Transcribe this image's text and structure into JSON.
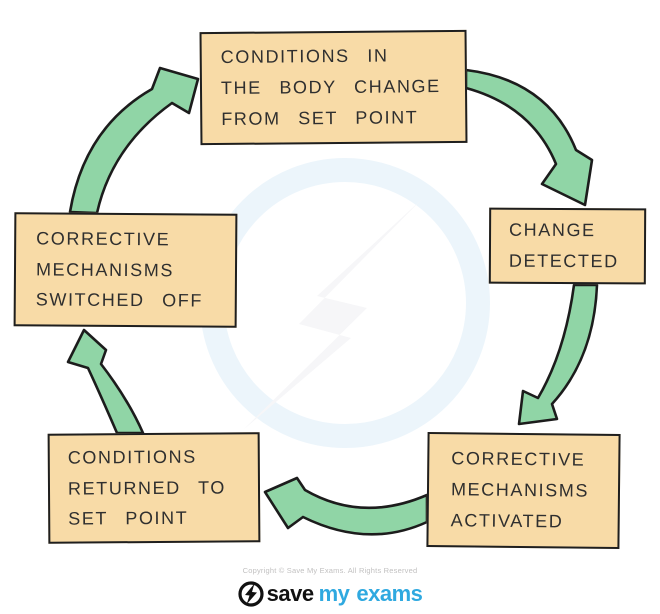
{
  "boxes": {
    "top": {
      "text": "CONDITIONS IN\nTHE BODY CHANGE\nFROM SET POINT"
    },
    "right": {
      "text": "CHANGE\nDETECTED"
    },
    "bottom_right": {
      "text": "CORRECTIVE\nMECHANISMS\nACTIVATED"
    },
    "bottom_left": {
      "text": "CONDITIONS\nRETURNED TO\nSET POINT"
    },
    "left": {
      "text": "CORRECTIVE\nMECHANISMS\nSWITCHED OFF"
    }
  },
  "arrows": [
    {
      "name": "arrow-top-to-right",
      "from": "top",
      "to": "right"
    },
    {
      "name": "arrow-right-to-bottom-right",
      "from": "right",
      "to": "bottom_right"
    },
    {
      "name": "arrow-bottom-right-to-bottom-left",
      "from": "bottom_right",
      "to": "bottom_left"
    },
    {
      "name": "arrow-bottom-left-to-left",
      "from": "bottom_left",
      "to": "left"
    },
    {
      "name": "arrow-left-to-top",
      "from": "left",
      "to": "top"
    }
  ],
  "colors": {
    "box_fill": "#F8DBA7",
    "box_border": "#1F1F1F",
    "box_text": "#2F2F2F",
    "arrow_fill": "#90D5A6",
    "arrow_outline": "#1C1C1C",
    "watermark_blue": "#ECF5FB",
    "watermark_gray": "#F6F6F8",
    "brand_blue": "#2FA9E0",
    "brand_black": "#111111",
    "copyright_gray": "#C2C1C1"
  },
  "footer": {
    "copyright": "Copyright © Save My Exams. All Rights Reserved",
    "logo": {
      "icon": "lightning-bolt-icon",
      "save": "save",
      "my": "my",
      "exams": "exams"
    }
  }
}
